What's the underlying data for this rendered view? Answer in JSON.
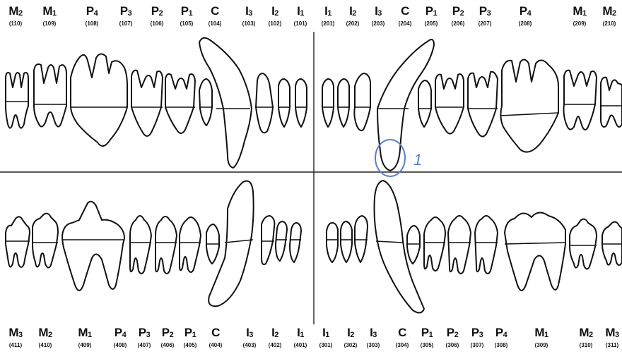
{
  "upper_labels": [
    {
      "code": "M",
      "sub": "2",
      "num": "(110)"
    },
    {
      "code": "M",
      "sub": "1",
      "num": "(109)"
    },
    {
      "code": "P",
      "sub": "4",
      "num": "(108)"
    },
    {
      "code": "P",
      "sub": "3",
      "num": "(107)"
    },
    {
      "code": "P",
      "sub": "2",
      "num": "(106)"
    },
    {
      "code": "P",
      "sub": "1",
      "num": "(105)"
    },
    {
      "code": "C",
      "sub": "",
      "num": "(104)"
    },
    {
      "code": "I",
      "sub": "3",
      "num": "(103)"
    },
    {
      "code": "I",
      "sub": "2",
      "num": "(102)"
    },
    {
      "code": "I",
      "sub": "1",
      "num": "(101)"
    },
    {
      "code": "I",
      "sub": "1",
      "num": "(201)"
    },
    {
      "code": "I",
      "sub": "2",
      "num": "(202)"
    },
    {
      "code": "I",
      "sub": "3",
      "num": "(203)"
    },
    {
      "code": "C",
      "sub": "",
      "num": "(204)"
    },
    {
      "code": "P",
      "sub": "1",
      "num": "(205)"
    },
    {
      "code": "P",
      "sub": "2",
      "num": "(206)"
    },
    {
      "code": "P",
      "sub": "3",
      "num": "(207)"
    },
    {
      "code": "P",
      "sub": "4",
      "num": "(208)"
    },
    {
      "code": "M",
      "sub": "1",
      "num": "(209)"
    },
    {
      "code": "M",
      "sub": "2",
      "num": "(210)"
    }
  ],
  "lower_labels": [
    {
      "code": "M",
      "sub": "3",
      "num": "(411)"
    },
    {
      "code": "M",
      "sub": "2",
      "num": "(410)"
    },
    {
      "code": "M",
      "sub": "1",
      "num": "(409)"
    },
    {
      "code": "P",
      "sub": "4",
      "num": "(408)"
    },
    {
      "code": "P",
      "sub": "3",
      "num": "(407)"
    },
    {
      "code": "P",
      "sub": "2",
      "num": "(406)"
    },
    {
      "code": "P",
      "sub": "1",
      "num": "(405)"
    },
    {
      "code": "C",
      "sub": "",
      "num": "(404)"
    },
    {
      "code": "I",
      "sub": "3",
      "num": "(403)"
    },
    {
      "code": "I",
      "sub": "2",
      "num": "(402)"
    },
    {
      "code": "I",
      "sub": "1",
      "num": "(401)"
    },
    {
      "code": "I",
      "sub": "1",
      "num": "(301)"
    },
    {
      "code": "I",
      "sub": "2",
      "num": "(302)"
    },
    {
      "code": "I",
      "sub": "3",
      "num": "(303)"
    },
    {
      "code": "C",
      "sub": "",
      "num": "(304)"
    },
    {
      "code": "P",
      "sub": "1",
      "num": "(305)"
    },
    {
      "code": "P",
      "sub": "2",
      "num": "(306)"
    },
    {
      "code": "P",
      "sub": "3",
      "num": "(307)"
    },
    {
      "code": "P",
      "sub": "4",
      "num": "(308)"
    },
    {
      "code": "M",
      "sub": "1",
      "num": "(309)"
    },
    {
      "code": "M",
      "sub": "2",
      "num": "(310)"
    },
    {
      "code": "M",
      "sub": "3",
      "num": "(311)"
    }
  ],
  "annotation": {
    "text": "1",
    "tooth": "(204)"
  },
  "colors": {
    "ink": "#111111",
    "annotation": "#5a7fc9",
    "background": "#ffffff"
  }
}
